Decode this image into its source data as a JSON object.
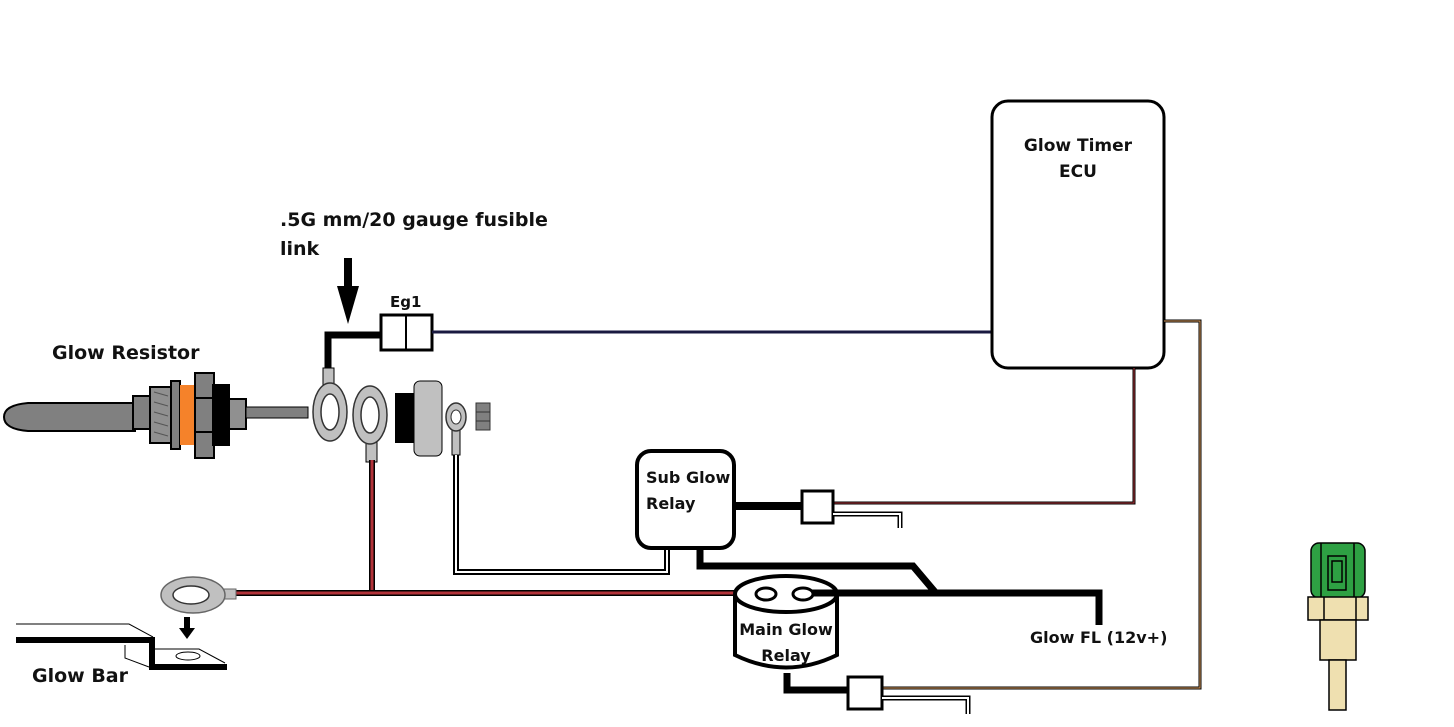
{
  "labels": {
    "fusible_link_line1": ".5G mm/20 gauge fusible",
    "fusible_link_line2": "link",
    "glow_resistor": "Glow Resistor",
    "connector_eg1": "Eg1",
    "ecu_line1": "Glow Timer",
    "ecu_line2": "ECU",
    "sub_relay_line1": "Sub Glow",
    "sub_relay_line2": "Relay",
    "main_relay_line1": "Main Glow",
    "main_relay_line2": "Relay",
    "glow_fl": "Glow FL (12v+)",
    "glow_bar": "Glow Bar"
  },
  "colors": {
    "wire_black": "#000000",
    "wire_red": "#b2333a",
    "wire_navy": "#1a1a40",
    "terminal_gray": "#c0c0c0",
    "resistor_gray": "#808080",
    "resistor_orange": "#f5822a",
    "sensor_green": "#2ea043",
    "sensor_tan": "#efe0b0"
  }
}
